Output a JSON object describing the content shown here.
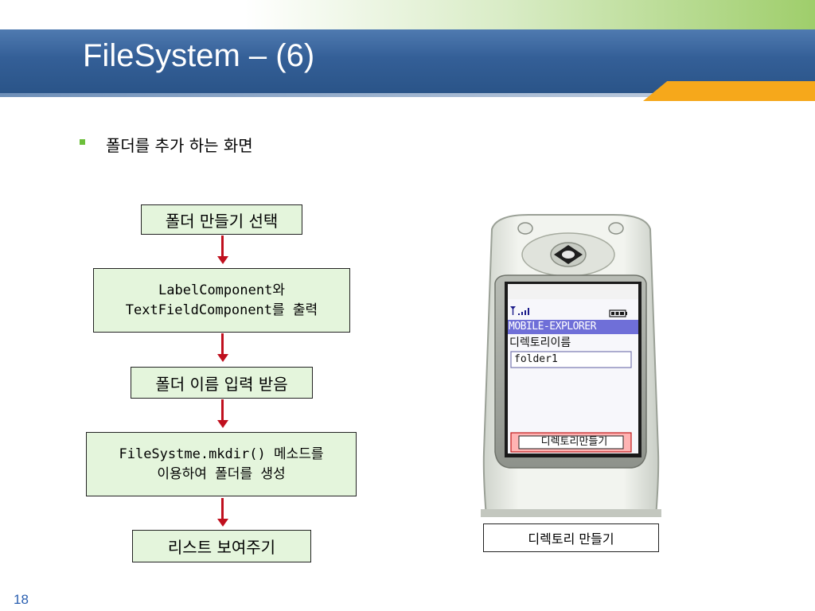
{
  "slide": {
    "title": "FileSystem – (6)",
    "bullet": "폴더를 추가 하는 화면",
    "page_number": "18"
  },
  "flow": {
    "step1": "폴더 만들기 선택",
    "step2_line1": "LabelComponent와",
    "step2_line2": "TextFieldComponent를 출력",
    "step3": "폴더 이름 입력 받음",
    "step4_line1": "FileSystme.mkdir() 메소드를",
    "step4_line2": "이용하여 폴더를 생성",
    "step5": "리스트 보여주기"
  },
  "phone": {
    "app_header": "MOBILE-EXPLORER",
    "label": "디렉토리이름",
    "textfield_value": "folder1",
    "button_label": "디렉토리만들기",
    "caption": "디렉토리 만들기"
  },
  "colors": {
    "title_bar": "#345f97",
    "accent_orange": "#f6a81b",
    "flow_box": "#e4f5dc",
    "arrow": "#c0101e",
    "bullet": "#6cbf3a",
    "screen_header": "#6f6fd8"
  },
  "icons": {
    "signal": "signal-strength-icon",
    "battery": "battery-icon",
    "nav": "dpad-icon"
  }
}
